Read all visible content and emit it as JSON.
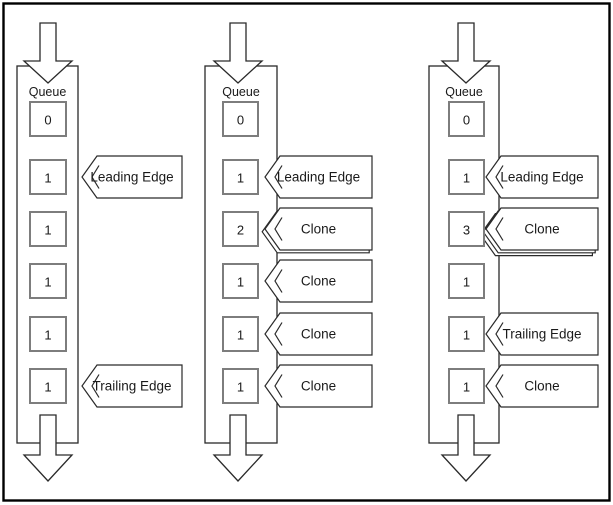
{
  "colors": {
    "line": "#2a2a2a",
    "box_border": "#7d7d7d",
    "text": "#1a1a1a",
    "background": "#ffffff",
    "frame": "#000000"
  },
  "queues": [
    {
      "label": "Queue",
      "items": [
        {
          "value": "0"
        },
        {
          "value": "1",
          "callout": "Leading Edge",
          "stack": 1
        },
        {
          "value": "1"
        },
        {
          "value": "1"
        },
        {
          "value": "1"
        },
        {
          "value": "1",
          "callout": "Trailing Edge",
          "stack": 1
        }
      ]
    },
    {
      "label": "Queue",
      "items": [
        {
          "value": "0"
        },
        {
          "value": "1",
          "callout": "Leading Edge",
          "stack": 1
        },
        {
          "value": "2",
          "callout": "Clone",
          "stack": 2
        },
        {
          "value": "1",
          "callout": "Clone",
          "stack": 1
        },
        {
          "value": "1",
          "callout": "Clone",
          "stack": 1
        },
        {
          "value": "1",
          "callout": "Clone",
          "stack": 1
        }
      ]
    },
    {
      "label": "Queue",
      "items": [
        {
          "value": "0"
        },
        {
          "value": "1",
          "callout": "Leading Edge",
          "stack": 1
        },
        {
          "value": "3",
          "callout": "Clone",
          "stack": 3
        },
        {
          "value": "1"
        },
        {
          "value": "1",
          "callout": "Trailing Edge",
          "stack": 1
        },
        {
          "value": "1",
          "callout": "Clone",
          "stack": 1
        }
      ]
    }
  ]
}
